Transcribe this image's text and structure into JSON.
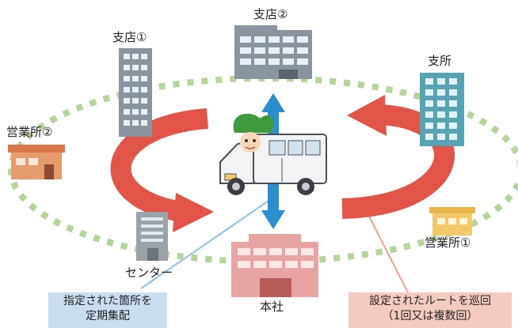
{
  "locations": {
    "branch1": "支店①",
    "branch2": "支店②",
    "branch_office": "支所",
    "sales_office2": "営業所②",
    "sales_office1": "営業所①",
    "center": "センター",
    "head_office": "本社"
  },
  "callouts": {
    "left": {
      "line1": "指定された箇所を",
      "line2": "定期集配"
    },
    "right": {
      "line1": "設定されたルートを巡回",
      "line2": "（1回又は複数回）"
    }
  },
  "colors": {
    "route_dots": "#b3d59a",
    "loop_arrow": "#e15447",
    "vertical_arrow": "#2b8ecf",
    "callout_left_bg": "#c9dff0",
    "callout_right_bg": "#f6cbbf",
    "callout_left_line": "#8fc0e0",
    "callout_right_line": "#f0a08c",
    "building_gray": "#8a949e",
    "building_teal": "#56a4b3",
    "building_pink": "#e8a4a2",
    "building_orange": "#e59b6c",
    "building_yellow": "#f3c868",
    "mascot_green": "#3f9a3d"
  },
  "icons": {
    "van": "delivery-van-icon",
    "mascot": "mascot-driver-icon"
  }
}
